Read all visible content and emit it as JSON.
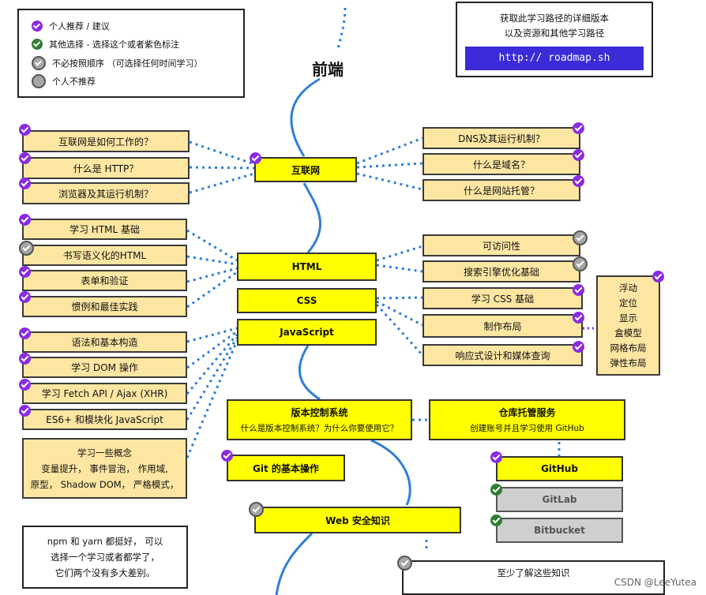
{
  "legend": {
    "items": [
      {
        "label": "个人推荐 / 建议",
        "color": "purple",
        "check": true
      },
      {
        "label": "其他选择 - 选择这个或者紫色标注",
        "color": "green",
        "check": true
      },
      {
        "label": "不必按照顺序 （可选择任何时间学习）",
        "color": "grey",
        "check": true
      },
      {
        "label": "个人不推荐",
        "color": "grey",
        "check": false
      }
    ]
  },
  "promo": {
    "line1": "获取此学习路径的详细版本",
    "line2": "以及资源和其他学习路径",
    "button": "http:// roadmap.sh"
  },
  "title": "前端",
  "internet": {
    "label": "互联网",
    "left": [
      "互联网是如何工作的？",
      "什么是 HTTP？",
      "浏览器及其运行机制？"
    ],
    "right": [
      "DNS及其运行机制？",
      "什么是域名？",
      "什么是网站托管？"
    ]
  },
  "html": {
    "label": "HTML",
    "left": [
      "学习 HTML 基础",
      "书写语义化的HTML",
      "表单和验证",
      "惯例和最佳实践"
    ]
  },
  "css": {
    "label": "CSS",
    "right": [
      "可访问性",
      "搜索引擎优化基础",
      "学习 CSS 基础",
      "制作布局",
      "响应式设计和媒体查询"
    ]
  },
  "layout_topics": [
    "浮动",
    "定位",
    "显示",
    "盒模型",
    "网格布局",
    "弹性布局"
  ],
  "js": {
    "label": "JavaScript",
    "left": [
      "语法和基本构造",
      "学习 DOM 操作",
      "学习 Fetch API / Ajax (XHR)",
      "ES6+ 和模块化 JavaScript"
    ],
    "concepts": {
      "title": "学习一些概念",
      "line1": "变量提升， 事件冒泡， 作用域,",
      "line2": "原型， Shadow DOM， 严格模式，"
    }
  },
  "vcs": {
    "title": "版本控制系统",
    "sub": "什么是版本控制系统？为什么你要使用它？",
    "git": "Git 的基本操作"
  },
  "repo": {
    "title": "仓库托管服务",
    "sub": "创建账号并且学习使用 GitHub",
    "github": "GitHub",
    "gitlab": "GitLab",
    "bitbucket": "Bitbucket"
  },
  "npm_note": {
    "line1": "npm 和 yarn 都挺好， 可以",
    "line2": "选择一个学习或者都学了，",
    "line3": "它们两个没有多大差别。"
  },
  "security": {
    "label": "Web 安全知识",
    "note": "至少了解这些知识"
  },
  "watermark": "CSDN @LeeYutea"
}
